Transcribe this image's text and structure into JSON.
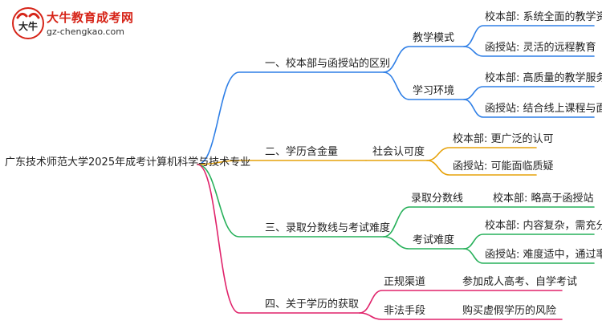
{
  "logo": {
    "title": "大牛教育成考网",
    "url": "gz-chengkao.com",
    "mark_text": "大牛"
  },
  "colors": {
    "blue": "#2f7fe6",
    "orange": "#e6a20a",
    "green": "#27b05a",
    "pink": "#e0226a",
    "logo_red": "#d62418"
  },
  "mindmap": {
    "root": "广东技术师范大学2025年成考计算机科学与技术专业",
    "branches": [
      {
        "label": "一、校本部与函授站的区别",
        "children": [
          {
            "label": "教学模式",
            "leaves": [
              "校本部: 系统全面的教学资源",
              "函授站: 灵活的远程教育"
            ]
          },
          {
            "label": "学习环境",
            "leaves": [
              "校本部: 高质量的教学服务",
              "函授站: 结合线上课程与面授"
            ]
          }
        ]
      },
      {
        "label": "二、学历含金量",
        "children": [
          {
            "label": "社会认可度",
            "leaves": [
              "校本部: 更广泛的认可",
              "函授站: 可能面临质疑"
            ]
          }
        ]
      },
      {
        "label": "三、录取分数线与考试难度",
        "children": [
          {
            "label": "录取分数线",
            "leaves": [
              "校本部: 略高于函授站"
            ]
          },
          {
            "label": "考试难度",
            "leaves": [
              "校本部: 内容复杂，需充分备考",
              "函授站: 难度适中，通过率高"
            ]
          }
        ]
      },
      {
        "label": "四、关于学历的获取",
        "children": [
          {
            "label": "正规渠道",
            "leaves": [
              "参加成人高考、自学考试"
            ]
          },
          {
            "label": "非法手段",
            "leaves": [
              "购买虚假学历的风险"
            ]
          }
        ]
      }
    ]
  }
}
